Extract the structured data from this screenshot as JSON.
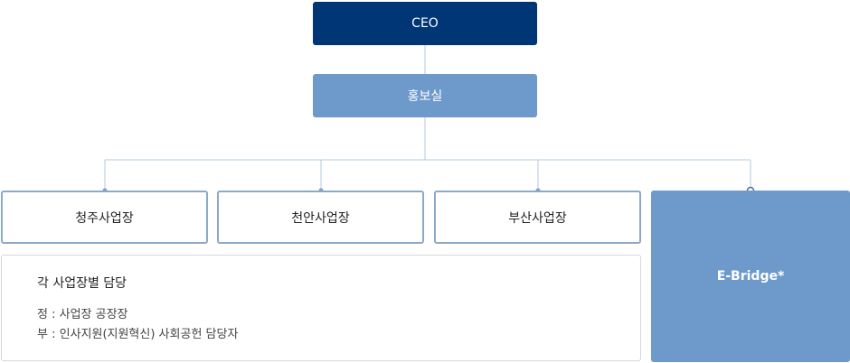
{
  "org": {
    "ceo": "CEO",
    "pr": "홍보실",
    "sites": [
      "청주사업장",
      "천안사업장",
      "부산사업장"
    ],
    "ebridge": "E-Bridge*"
  },
  "info": {
    "title": "각 사업장별 담당",
    "lines": [
      "정 : 사업장 공장장",
      "부 : 인사지원(지원혁신) 사회공헌 담당자"
    ]
  },
  "colors": {
    "ceo": "#003676",
    "accent": "#6e9acb",
    "border": "#8ea9c7",
    "connector": "#b5c9df"
  }
}
